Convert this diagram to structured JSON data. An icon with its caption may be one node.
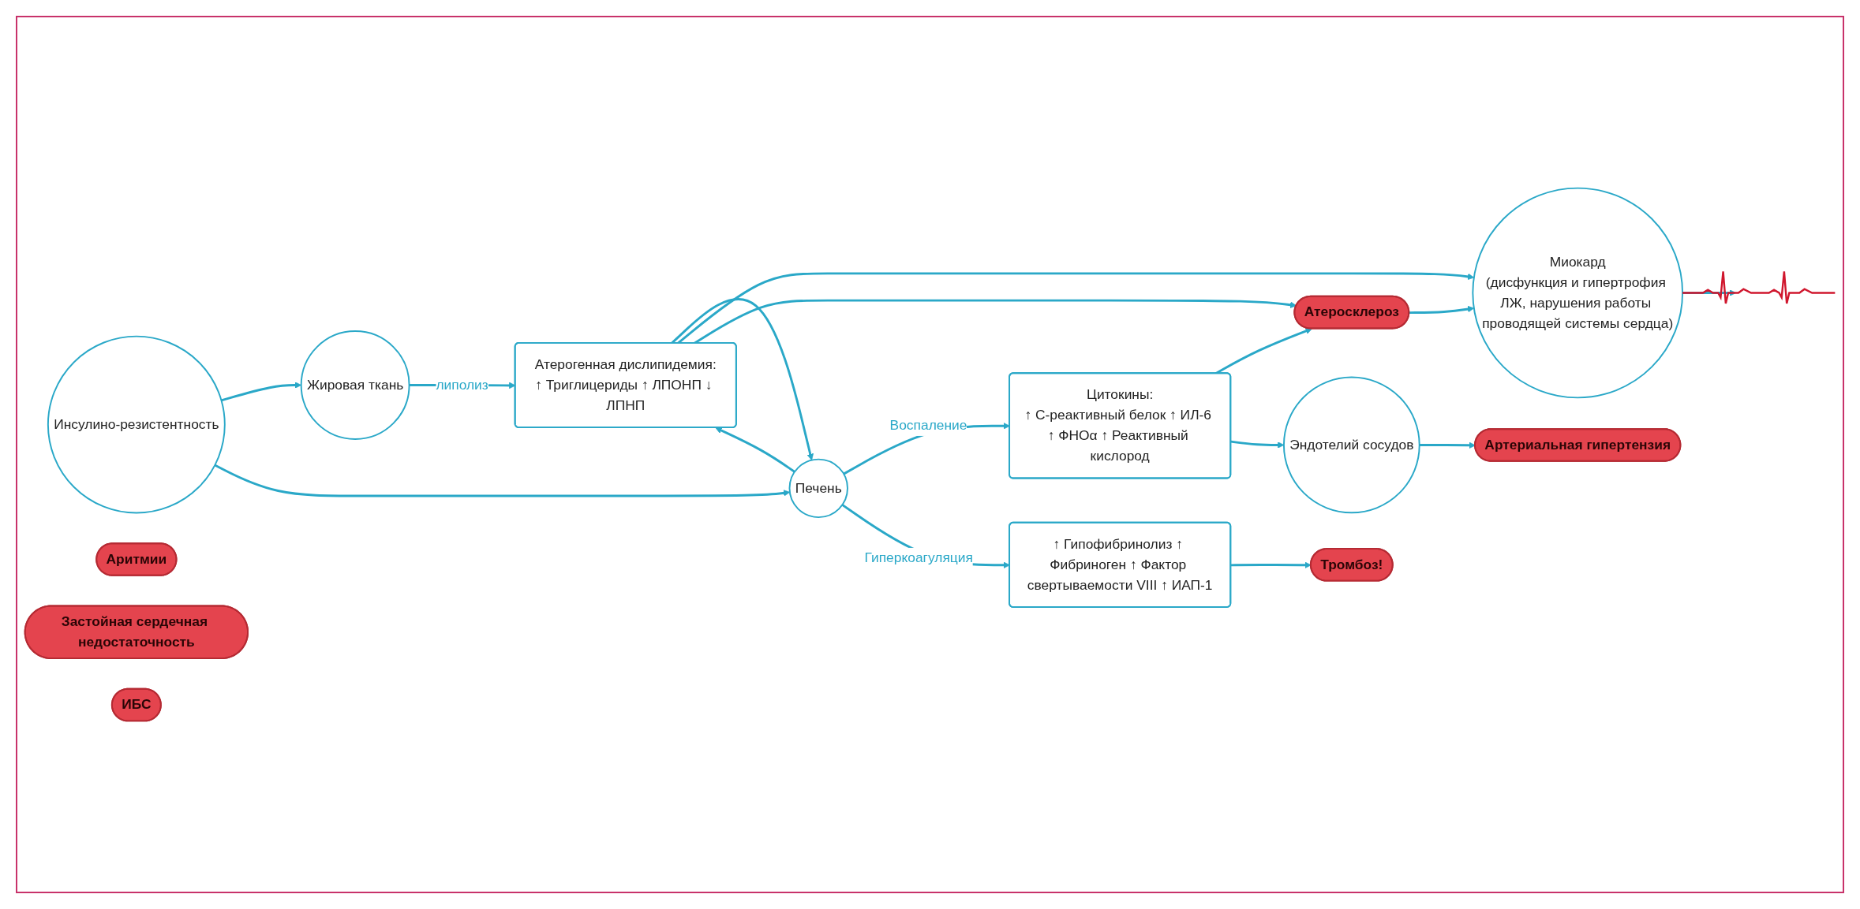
{
  "diagram": {
    "nodes": [
      {
        "text": [
          "Инсулино-резистентность"
        ]
      },
      {
        "text": [
          "Жировая ткань"
        ]
      },
      {
        "text": [
          "Печень"
        ]
      },
      {
        "text": [
          "Атерогенная дислипидемия:",
          "↑ Триглицериды ↑ ЛПОНП ↓ ЛПНП"
        ]
      },
      {
        "text": [
          "Цитокины:",
          "↑ С-реактивный белок ↑ ИЛ-6 ↑ ФНОα ↑ Реактивный кислород"
        ]
      },
      {
        "text": [
          "↑ Гипофибринолиз ↑ Фибриноген ↑ Фактор свертываемости VIII ↑ ИАП-1"
        ]
      },
      {
        "text": [
          "Атеросклероз"
        ]
      },
      {
        "text": [
          "Эндотелий сосудов"
        ]
      },
      {
        "text": [
          "Миокард",
          "(дисфункция и гипертрофия ЛЖ, нарушения работы проводящей системы сердца)"
        ]
      },
      {
        "text": [
          "Артериальная гипертензия"
        ]
      },
      {
        "text": [],
        "shape": "picture"
      },
      {
        "text": [
          "Аритмии"
        ]
      },
      {
        "text": [
          "Застойная сердечная недостаточность"
        ]
      },
      {
        "text": [
          "ИБС"
        ]
      },
      {
        "text": [
          "Тромбоз!"
        ]
      }
    ],
    "edges": [
      {
        "from": 0,
        "to": 1,
        "arrow": "to"
      },
      {
        "from": 0,
        "to": 2,
        "arrow": "to"
      },
      {
        "from": 1,
        "to": 3,
        "label": "липолиз",
        "arrow": "to"
      },
      {
        "from": 2,
        "to": 3,
        "arrow": "to"
      },
      {
        "from": 3,
        "to": 2,
        "arrow": "to"
      },
      {
        "from": 2,
        "to": 4,
        "label": "Воспаление",
        "arrow": "to"
      },
      {
        "from": 2,
        "to": 5,
        "label": "Гиперкоагуляция",
        "arrow": "to"
      },
      {
        "from": 3,
        "to": 8,
        "arrow": "to"
      },
      {
        "from": 3,
        "to": 6,
        "arrow": "to"
      },
      {
        "from": 4,
        "to": 6,
        "arrow": "to"
      },
      {
        "from": 4,
        "to": 7,
        "arrow": "to"
      },
      {
        "from": 7,
        "to": 9,
        "arrow": "to"
      },
      {
        "from": 6,
        "to": 8,
        "arrow": "to"
      },
      {
        "from": 8,
        "to": 10,
        "arrow": "to"
      },
      {
        "from": 5,
        "to": 14,
        "arrow": "to"
      }
    ]
  }
}
